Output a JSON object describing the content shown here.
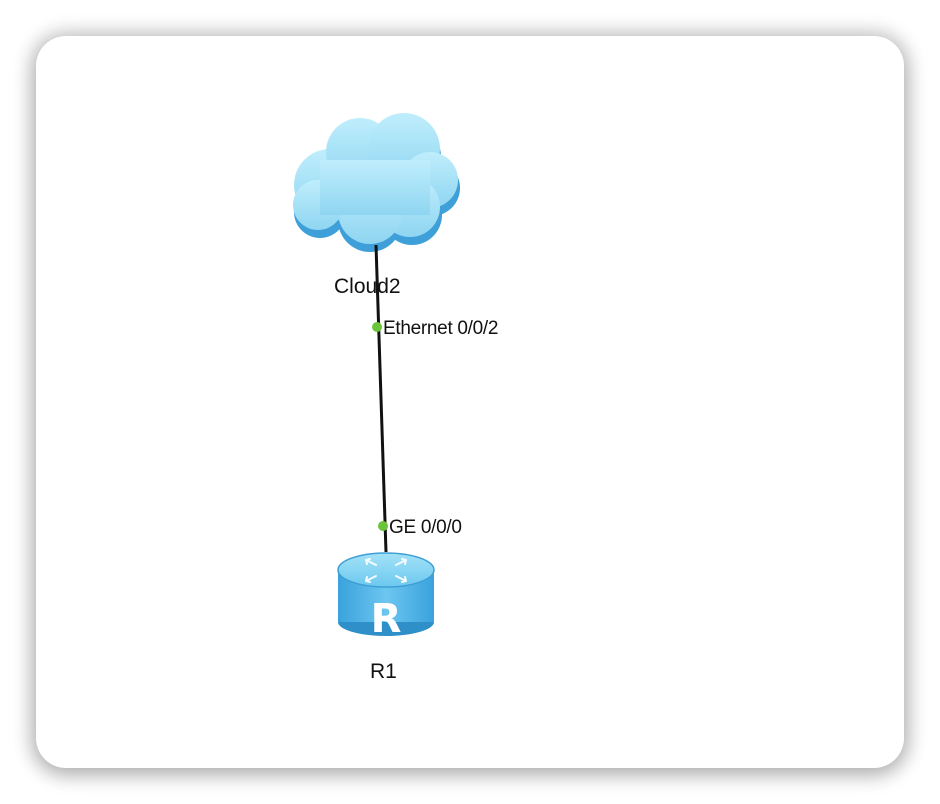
{
  "topology": {
    "devices": {
      "cloud": {
        "name": "Cloud2",
        "icon": "cloud-icon"
      },
      "router": {
        "name": "R1",
        "icon": "router-icon",
        "glyph": "R"
      }
    },
    "link": {
      "cloud_port": "Ethernet 0/0/2",
      "router_port": "GE 0/0/0",
      "status_color": "#6bc53b",
      "line_color": "#111111"
    }
  },
  "colors": {
    "cloud_fill": "#a6e3f6",
    "cloud_shadow": "#3f9fd8",
    "router_body": "#4fb3e6",
    "router_top": "#8ad6f6"
  }
}
